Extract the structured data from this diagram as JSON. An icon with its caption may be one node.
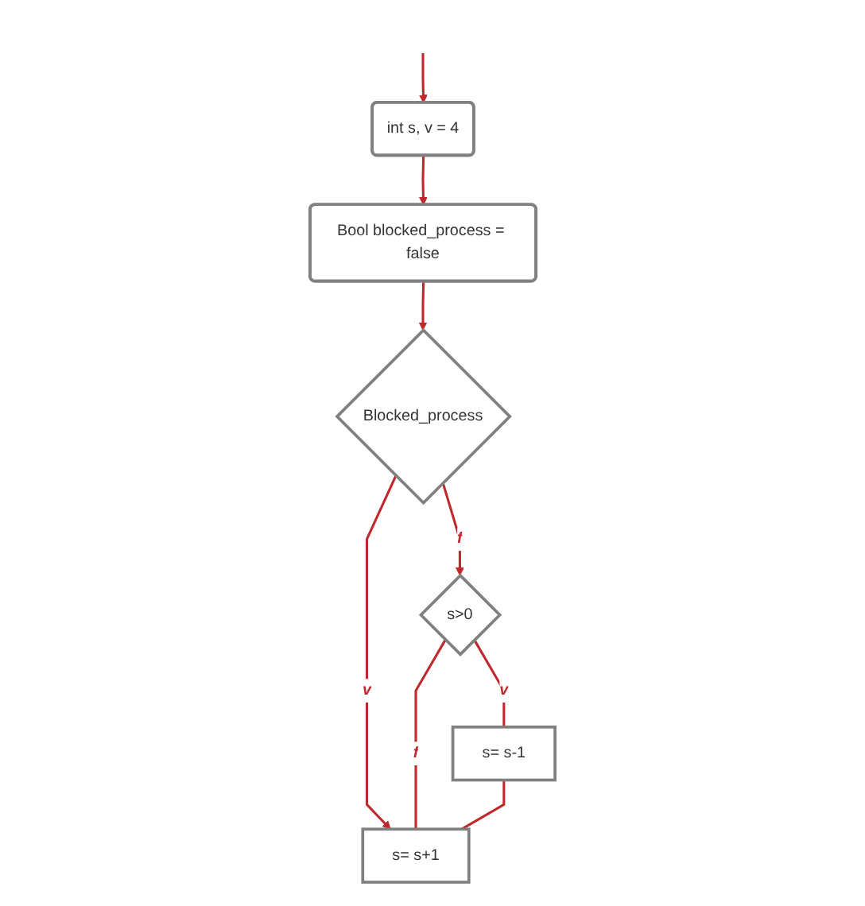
{
  "diagram": {
    "nodes": [
      {
        "text": [
          "int s, v = 4"
        ]
      },
      {
        "text": [
          "Bool blocked_process = false"
        ]
      },
      {
        "text": [
          "Blocked_process"
        ]
      },
      {
        "text": [
          "s>0"
        ]
      },
      {
        "text": [
          "s= s+1"
        ]
      },
      {
        "text": [
          "s= s-1"
        ]
      }
    ],
    "edges": [
      {
        "from": null,
        "to": 0,
        "arrow": "to"
      },
      {
        "from": 0,
        "to": 1,
        "arrow": "to"
      },
      {
        "from": 1,
        "to": 2,
        "arrow": "to"
      },
      {
        "from": 2,
        "to": 3,
        "label": "f",
        "arrow": "to"
      },
      {
        "from": 2,
        "to": 4,
        "label": "v",
        "arrow": "to"
      },
      {
        "from": 3,
        "to": 5,
        "label": "v",
        "arrow": "none"
      },
      {
        "from": 3,
        "to": 4,
        "label": "f",
        "arrow": "none"
      },
      {
        "from": 5,
        "to": 4,
        "arrow": "none"
      }
    ]
  }
}
